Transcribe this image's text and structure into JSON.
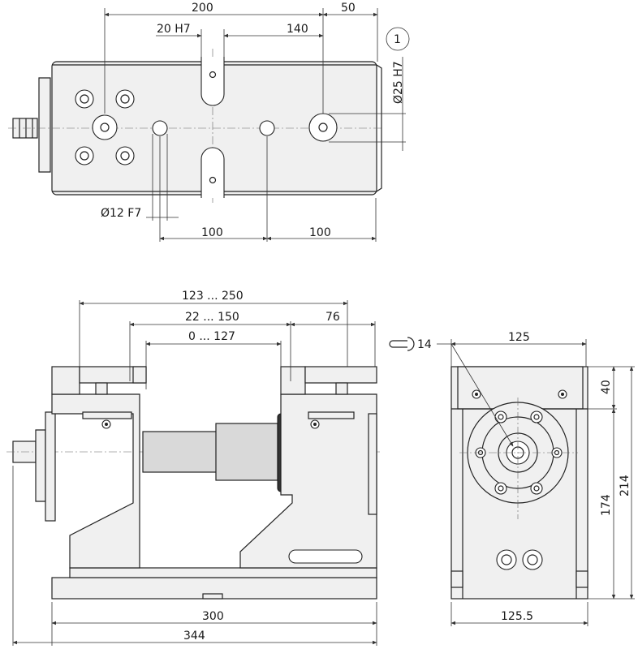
{
  "top_view": {
    "dimensions": {
      "d200": "200",
      "d50": "50",
      "d20h7": "20 H7",
      "d140": "140",
      "d25h7": "Ø25 H7",
      "d12f7": "Ø12 F7",
      "d100a": "100",
      "d100b": "100"
    },
    "balloon": "1"
  },
  "front_view": {
    "dimensions": {
      "range1": "123 ... 250",
      "range2": "22 ... 150",
      "d76": "76",
      "range3": "0 ... 127",
      "d300": "300",
      "d344": "344"
    }
  },
  "side_view": {
    "dimensions": {
      "d125": "125",
      "d40": "40",
      "d174": "174",
      "d214": "214",
      "d125_5": "125.5",
      "wrench": "14"
    }
  },
  "colors": {
    "line": "#222222",
    "body_fill": "#f0f0f0",
    "dark_fill": "#d9d9d9"
  }
}
